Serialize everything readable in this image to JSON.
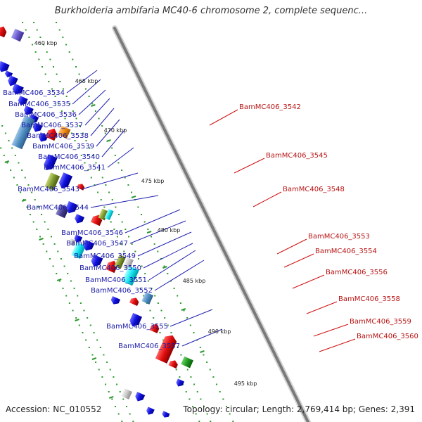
{
  "title": "Burkholderia ambifaria MC40-6 chromosome 2, complete sequenc...",
  "footer": {
    "accession": "Accession: NC_010552",
    "summary": "Topology: circular; Length: 2,769,414 bp; Genes: 2,391"
  },
  "scale_labels": [
    "460 kbp",
    "465 kbp",
    "470 kbp",
    "475 kbp",
    "480 kbp",
    "485 kbp",
    "490 kbp",
    "495 kbp"
  ],
  "left_labels": [
    "BamMC406_3534",
    "BamMC406_3535",
    "BamMC406_3536",
    "BamMC406_3537",
    "BamMC406_3538",
    "BamMC406_3539",
    "BamMC406_3540",
    "BamMC406_3541",
    "BamMC406_3543",
    "BamMC406_3544",
    "BamMC406_3546",
    "BamMC406_3547",
    "BamMC406_3549",
    "BamMC406_3550",
    "BamMC406_3551",
    "BamMC406_3552",
    "BamMC406_3555",
    "BamMC406_3557"
  ],
  "right_labels": [
    "BamMC406_3542",
    "BamMC406_3545",
    "BamMC406_3548",
    "BamMC406_3553",
    "BamMC406_3554",
    "BamMC406_3556",
    "BamMC406_3558",
    "BamMC406_3559",
    "BamMC406_3560"
  ],
  "colors": {
    "forward_strand": "#1212dd",
    "reverse_strand": "#e01010",
    "left_label": "#1a1aa8",
    "right_label": "#b81414",
    "backbone": "#8a8a8a",
    "tick": "#2e9a2e"
  }
}
